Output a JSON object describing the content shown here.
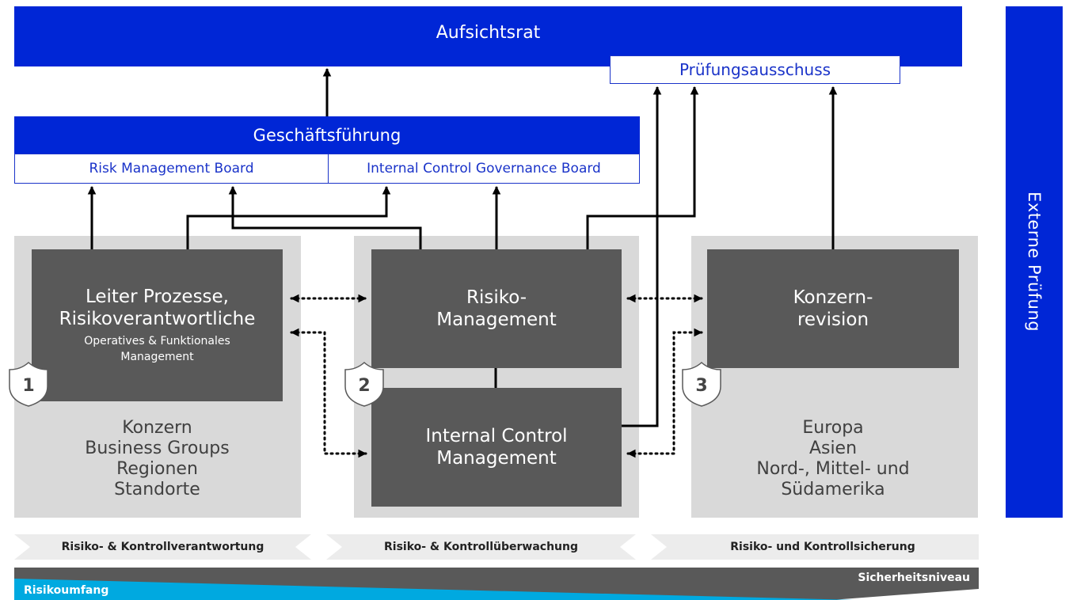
{
  "top": {
    "supervisory_board": "Aufsichtsrat",
    "audit_committee": "Prüfungsausschuss"
  },
  "management": {
    "title": "Geschäftsführung",
    "risk_board": "Risk Management Board",
    "control_board": "Internal Control Governance Board"
  },
  "lines": [
    {
      "number": "1",
      "title": "Leiter Prozesse,\nRisikoverantwortliche",
      "subtitle": "Operatives & Funktionales\nManagement",
      "scope": "Konzern\nBusiness Groups\nRegionen\nStandorte"
    },
    {
      "number": "2",
      "title": "Risiko-\nManagement",
      "title2": "Internal Control\nManagement"
    },
    {
      "number": "3",
      "title": "Konzern-\nrevision",
      "scope": "Europa\nAsien\nNord-, Mittel- und\nSüdamerika"
    }
  ],
  "external_audit": "Externe Prüfung",
  "steps": [
    "Risiko- & Kontrollverantwortung",
    "Risiko- & Kontrollüberwachung",
    "Risiko- und Kontrollsicherung"
  ],
  "bottom": {
    "right_label": "Sicherheitsniveau",
    "left_label": "Risikoumfang"
  },
  "colors": {
    "primary_blue": "#0026d6",
    "dark_gray": "#595959",
    "light_gray": "#d9d9d9",
    "cyan": "#00a9e0"
  }
}
